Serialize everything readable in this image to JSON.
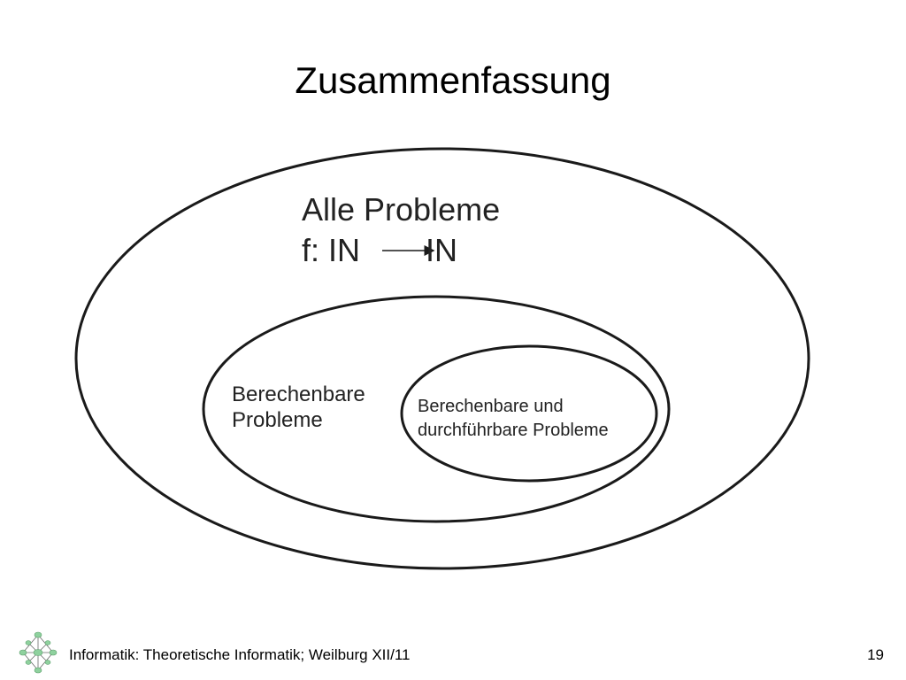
{
  "slide": {
    "title": "Zusammenfassung",
    "page_number": "19"
  },
  "diagram": {
    "outer": {
      "line1": "Alle Probleme",
      "line2_left": "f: IN",
      "line2_right": "IN"
    },
    "middle": {
      "line1": "Berechenbare",
      "line2": "Probleme"
    },
    "inner": {
      "line1": "Berechenbare und",
      "line2": "durchführbare Probleme"
    }
  },
  "footer": {
    "text": "Informatik: Theoretische Informatik; Weilburg XII/11",
    "logo_icon": "network-logo-icon"
  },
  "colors": {
    "accent_logo": "#8fd19e",
    "stroke": "#1a1a1a"
  }
}
